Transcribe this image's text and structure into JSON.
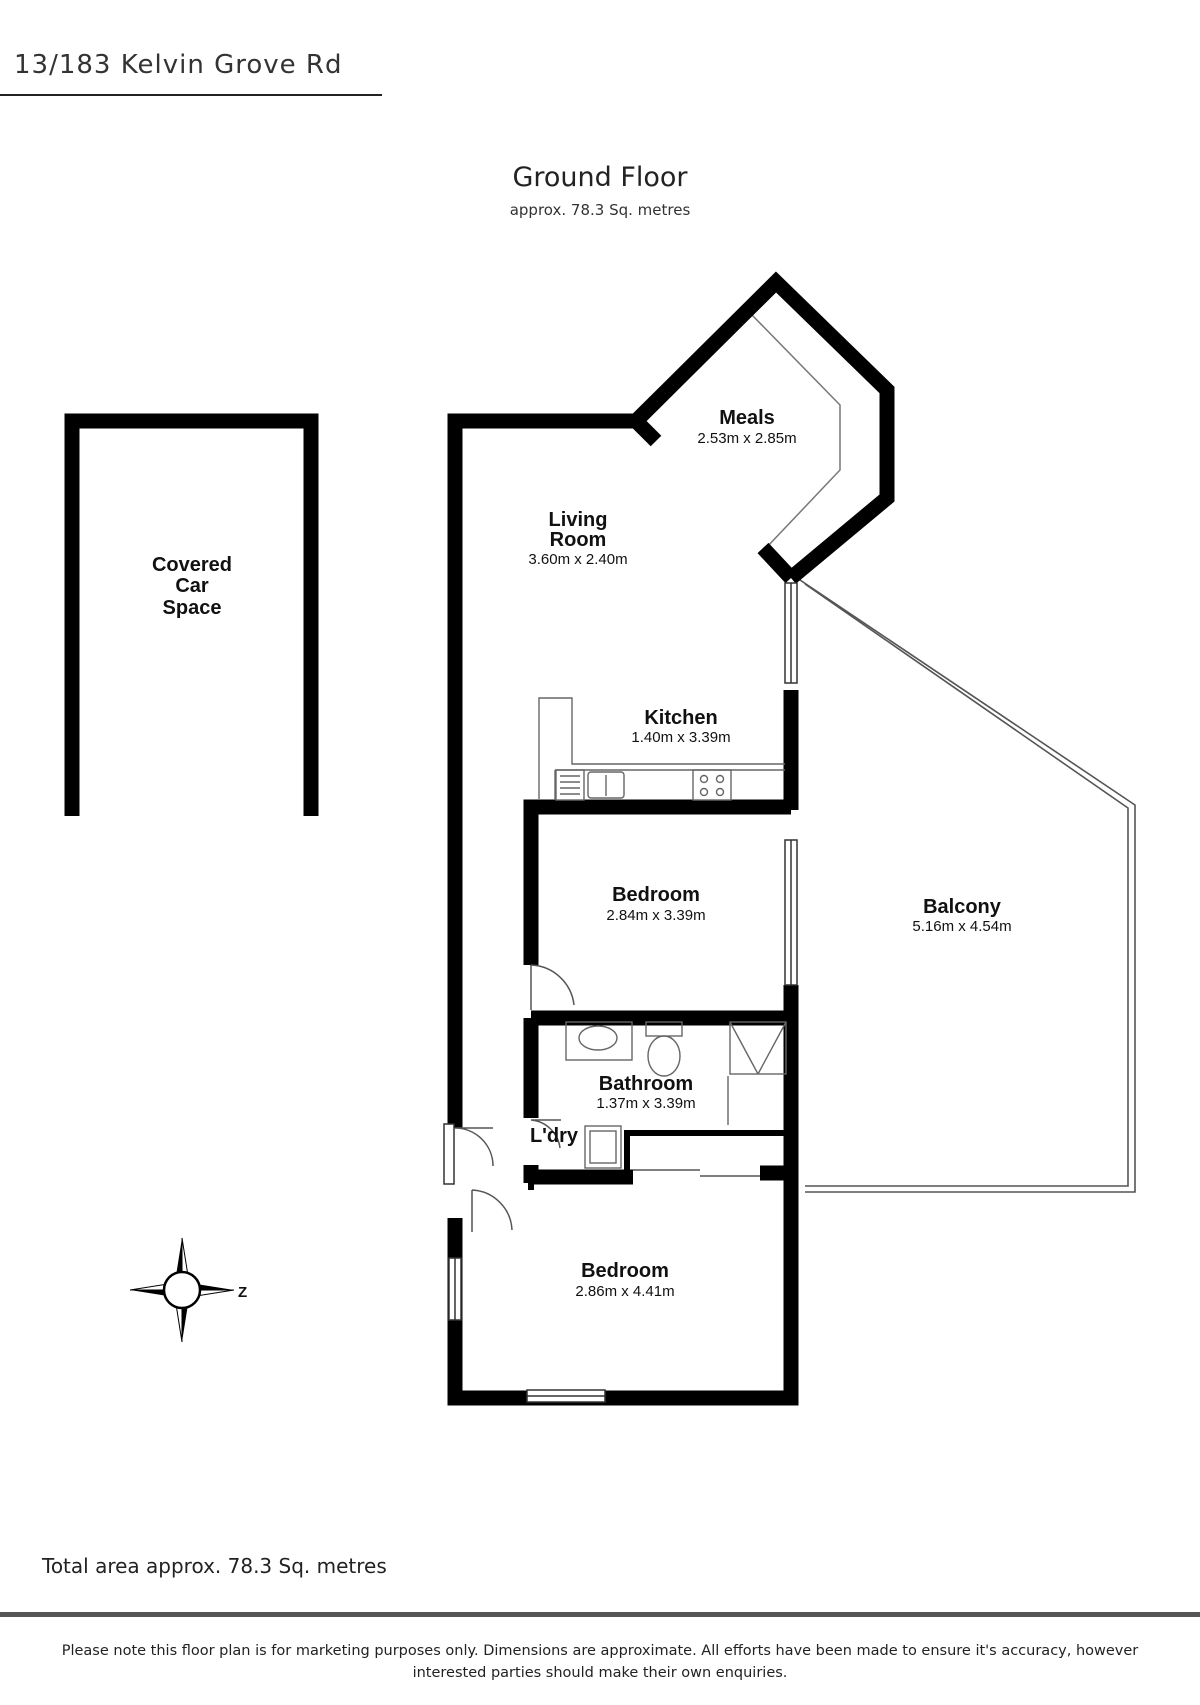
{
  "header": {
    "address": "13/183 Kelvin Grove Rd"
  },
  "floor": {
    "title": "Ground Floor",
    "area": "approx. 78.3 Sq. metres"
  },
  "rooms": {
    "meals": {
      "name": "Meals",
      "dims": "2.53m x 2.85m"
    },
    "living": {
      "name_line1": "Living",
      "name_line2": "Room",
      "dims": "3.60m x 2.40m"
    },
    "kitchen": {
      "name": "Kitchen",
      "dims": "1.40m x 3.39m"
    },
    "bedroom1": {
      "name": "Bedroom",
      "dims": "2.84m x 3.39m"
    },
    "bathroom": {
      "name": "Bathroom",
      "dims": "1.37m x 3.39m"
    },
    "laundry": {
      "name": "L'dry"
    },
    "bedroom2": {
      "name": "Bedroom",
      "dims": "2.86m x 4.41m"
    },
    "balcony": {
      "name": "Balcony",
      "dims": "5.16m x 4.54m"
    },
    "carspace": {
      "line1": "Covered",
      "line2": "Car",
      "line3": "Space"
    }
  },
  "compass": {
    "label": "Z"
  },
  "footer": {
    "total_area": "Total area approx. 78.3 Sq. metres",
    "disclaimer_line1": "Please note this floor plan is for marketing purposes only. Dimensions are approximate. All efforts have been made to ensure it's accuracy, however",
    "disclaimer_line2": "interested parties should make their own enquiries."
  }
}
